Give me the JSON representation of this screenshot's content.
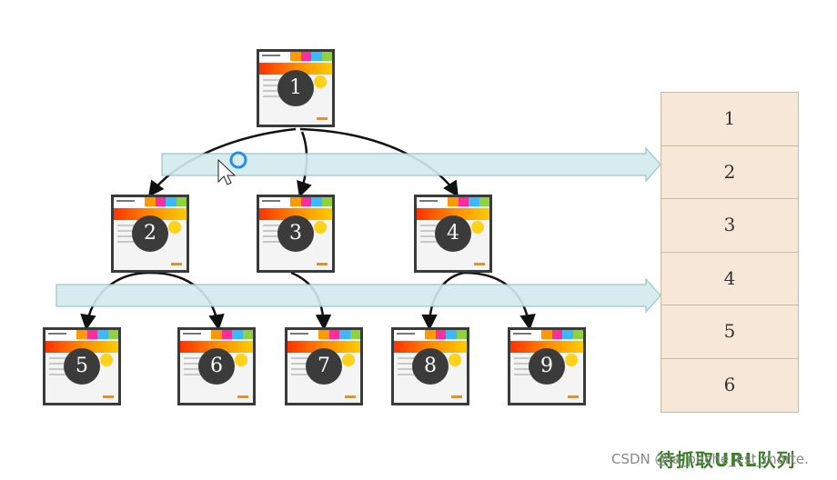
{
  "pages": [
    "1",
    "2",
    "3",
    "4",
    "5",
    "6",
    "7",
    "8",
    "9"
  ],
  "page_tab_colors": [
    "#ff9900",
    "#ff2d9a",
    "#3fb7ff",
    "#8fd13f"
  ],
  "queue": {
    "title": "待抓取URL队列",
    "items": [
      "1",
      "2",
      "3",
      "4",
      "5",
      "6"
    ]
  },
  "watermark": "CSDN @la_peche_est_morte.",
  "colors": {
    "band_fill": "#d3ebee",
    "band_stroke": "#8fbfc8",
    "edge": "#111111",
    "cursor_ring": "#2a8fe0"
  }
}
